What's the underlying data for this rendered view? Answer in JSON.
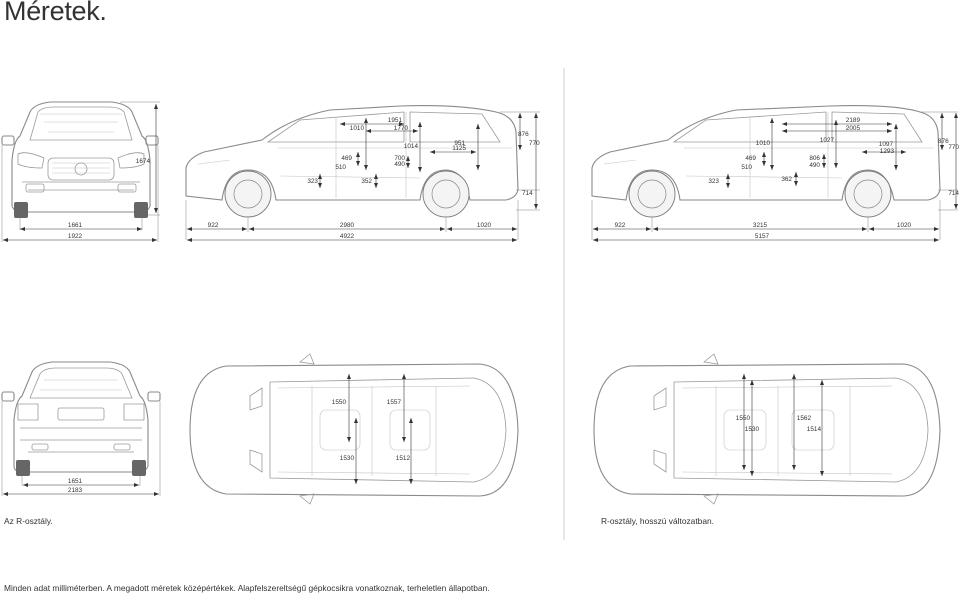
{
  "title": "Méretek.",
  "caption_left": "Az R-osztály.",
  "caption_right": "R-osztály, hosszú változatban.",
  "footer": "Minden adat milliméterben. A megadott méretek középértékek. Alapfelszereltségű gépkocsikra vonatkoznak, terheletlen állapotban.",
  "front_view": {
    "track": "1661",
    "width": "1922",
    "height": "1674"
  },
  "rear_view": {
    "track": "1651",
    "width_mirrors": "2183"
  },
  "side_short": {
    "overhang_front": "922",
    "wheelbase": "2980",
    "overhang_rear": "1020",
    "length": "4922",
    "headroom_1": "1010",
    "headroom_2": "1014",
    "headroom_3": "951",
    "interior_1": "1951",
    "interior_2": "1770",
    "interior_3": "1125",
    "seat_1": "469",
    "seat_2": "510",
    "seat_3": "700",
    "seat_4": "490",
    "floor_1": "323",
    "floor_2": "352",
    "roof": "876",
    "load_height": "770",
    "sill": "714"
  },
  "side_long": {
    "overhang_front": "922",
    "wheelbase": "3215",
    "overhang_rear": "1020",
    "length": "5157",
    "headroom_1": "1010",
    "headroom_2": "1027",
    "headroom_3": "1097",
    "interior_1": "2189",
    "interior_2": "2005",
    "interior_3": "1293",
    "seat_1": "469",
    "seat_2": "510",
    "seat_3": "806",
    "seat_4": "490",
    "floor_1": "323",
    "floor_2": "362",
    "roof": "876",
    "load_height": "770",
    "sill": "714"
  },
  "top_short": {
    "shoulder_1": "1550",
    "shoulder_2": "1557",
    "elbow_1": "1530",
    "elbow_2": "1512"
  },
  "top_long": {
    "shoulder_1": "1550",
    "shoulder_2": "1562",
    "elbow_1": "1530",
    "elbow_2": "1514"
  }
}
